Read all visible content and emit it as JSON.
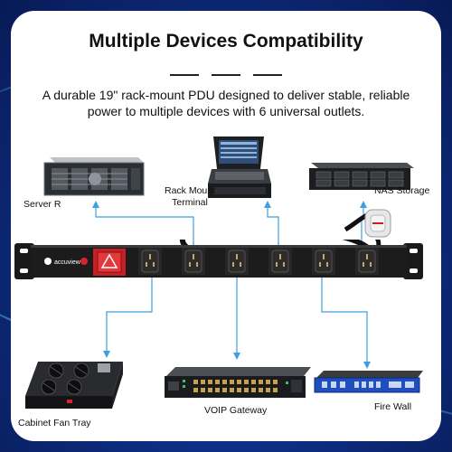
{
  "title": "Multiple Devices Compatibility",
  "description": "A durable 19\" rack-mount PDU designed to deliver stable, reliable power to multiple devices with 6 universal outlets.",
  "brand": "accuview",
  "devices": {
    "server": "Server R",
    "terminal": "Rack Mount Terminal",
    "nas": "NAS Storage",
    "fan": "Cabinet Fan Tray",
    "voip": "VOIP Gateway",
    "firewall": "Fire Wall"
  },
  "colors": {
    "accent": "#3c9fe0",
    "switch": "#d8232a",
    "pdu": "#1a1a1a"
  },
  "icons": [
    "warning-icon",
    "power-indicator-icon"
  ]
}
